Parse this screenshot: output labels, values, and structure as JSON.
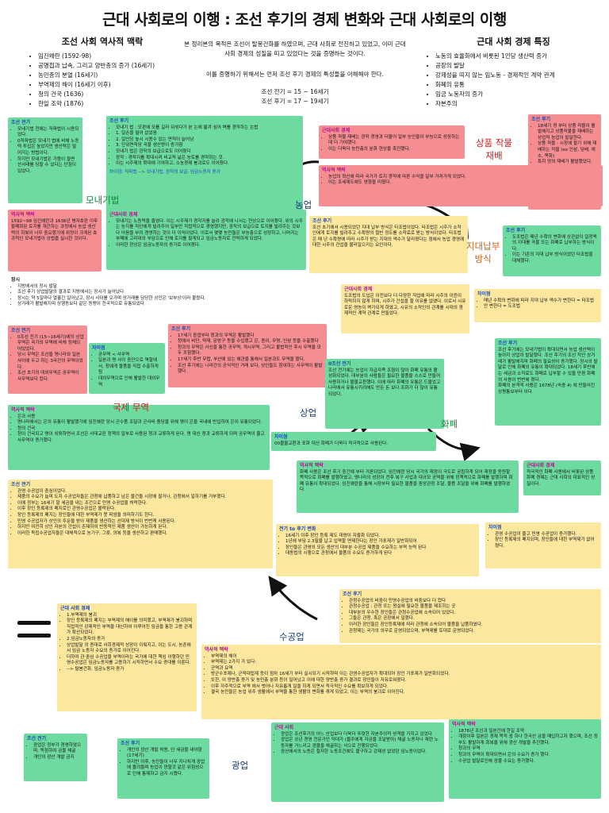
{
  "title": "근대 사회로의 이행 : 조선 후기의 경제 변화와 근대 사회로의 이행",
  "left_section": {
    "heading": "조선 사회 역사적 맥락",
    "items": [
      "임진왜란 (1592-98)",
      "공명첩과 납속, 그리고 양반층의 증가 (16세기)",
      "농민층의 분열 (16세기)",
      "부역제의 해이 (16세기 이후)",
      "청의 건국 (1636)",
      "한일 조약 (1876)"
    ]
  },
  "intro": {
    "p1": "본 정리본의 목적은 조선이 탈봉건화를 하였으며, 근대 사회로 전진하고 있었고, 이미 근대 사회 경제의 성질을 띠고 있었다는 것을 증명하는 것이다.",
    "p2": "이를 증명하기 위해서는 먼저 조선 후기 경제의 특성들을 이해해야 한다.",
    "def1": "조선 전기 = 15 ~ 16세기",
    "def2": "조선 후기 = 17 ~ 19세기"
  },
  "right_section": {
    "heading": "근대 사회 경제 특징",
    "items": [
      "노동의 효율화에서 비롯된 1인당 생산력 증가",
      "공장의 발달",
      "강제성을 띠지 않는 임노동 - 경제적인 계약 관계",
      "화폐의 유통",
      "임금 노동자의 증가",
      "자본주의"
    ]
  },
  "labels": {
    "mojae": "모내기법",
    "nongeop": "농업",
    "sangpum": "상품 작물\n재배",
    "jidae": "지대납부\n방식",
    "gukje": "국제 무역",
    "sangeop": "상업",
    "hwapye": "화폐",
    "sugong": "수공업",
    "gwang": "광업"
  },
  "boxes": {
    "b1": {
      "h": "조선 전기",
      "t": [
        "모내기법 전에는 직파법이 시용되었다.",
        "0직파법은 모내기 법에 비해 노동력 투입은 높았지만 생산력은 떨어지는 방법이다.",
        "하지만 모내기법은 가뭄이 들면 산사태를 당할 수 있다는 단점이 있었다."
      ]
    },
    "b2": {
      "h": "조선 후기",
      "t": [
        "모내기 법 : 모판에 모를 길러 뒤섞다가 본 논에 옮겨 심어 벼를 경작하는 논법",
        "1. 일손을 덜어 없었음",
        "2. 일인당 높시 시용수 있는 면적이 늘어남",
        "3. 단위면적당 곡물 생산량이 증가함",
        "모내기 법은 광작의 보급으로도 이어졌다",
        "광작 : 경작지를 확대시켜 비교적 넓은 농토를 경작하는 것.",
        "이는 시주제의 확대에 기여하고, 소농경제 붕괴로도 이어졌다."
      ],
      "foot": "차이점: 직파법 --> 모내기법, 광작의 보급, 임금노동자 증가"
    },
    "b3": {
      "h": "근대사회 경제",
      "t": [
        "상품 작물 재배는 광작 경영과 더불어 일부 농민들이 부농으로 성장하는데 더 기여했다.",
        "이는 더욱더 농민층의 분화 현상을 촉진했다."
      ]
    },
    "b4": {
      "h": "조선 후기",
      "t": [
        "18세기 경 부터 상품 작물이 활발해지고 상품작물을 재배하는 상업적 농업이 발달한다.",
        "상품 작물 : 시장에 팔기 위해 재배하는 작물 (ex 인삼, 담배, 채소, 목화)",
        "특히 땅의 재배가 활발했었다."
      ]
    },
    "b5": {
      "h": "역사적 맥락",
      "t": [
        "1592~98 임진왜란과 1636년 병자호란 이후 황폐화된 토지를 개간하는 과정에서 농업 생산력의 회복이 너무 중요했기에 위정이 크게된 효과적인 모내기법이 상법을 실시한 것이다."
      ]
    },
    "b6": {
      "h": "근대사회 경제",
      "t": [
        "모내기는 노동력을 줄였다. 이는 시주제가 경작지를 늘려 광작에 나서는 현상으로 이어졌다. 위의 시주는 농지를 직인에게 빌려주어 일부만 직접적으로 경영했지만, 광작의 보급으로 토지를 빌려주는 것보다 어음을 부려 경영하는 것이 더 이익이었다. 이로서 몇몇 농민들은 부농층으로 성장하고, 나머지는 부패에 고리대의 부담으로 인해 토지를 팔게되고 임금노동자로 전략하게 되었다.",
        "이러한 현상은 임금노동자의 증가로 이어졌다."
      ]
    },
    "b7": {
      "h": "역사적 맥락",
      "t": [
        "농업의 혁신에 따라 국가가 토지 경작에 따른 수익을 일부 가져가게 되었다.",
        "이는 조세제도에도 영향을 미쳤다."
      ]
    },
    "b8": {
      "h": "조선 후기",
      "t": [
        "조선 초기에서 시용되었던 지대 납부 방식은 타조법이었다. 타조법은 시주가 소작인에게 토지를 빌려주고 수확량의 절반 정도를 소작료로 받는 방식이었다. 타조법은 매 년 수확량에 따라 시주가 받는 지대의 액수가 달라졌다는 점에서 농업 경영에 대한 시주의 간섭을 불러일으키는 요인이다."
      ]
    },
    "b9": {
      "h": "조선 후기",
      "t": [
        "도조법은 매년 수확의 변화에 상관없이 일정액의 지대를 곡물 또는 화폐로 납부하는 방식이다.",
        "이는 기존의 지대 납부 방식이었던 타조법을 대체했다."
      ]
    },
    "b10": {
      "h": "근대사회 경제",
      "t": [
        "도조법의 도입은 이전보다 더 다양한 직업에 따라 시주의 이윤이 하락하지 않게 하며, 시주가 간섭을 할 이유를 없앴다. 이로서 시유로운 영농이 벼가되게 하였고, 시유의 소작인의 관계를 시대의 경제적인 계약 관계로 만들었다."
      ]
    },
    "b11": {
      "h": "차이점",
      "t": [
        "매년 수확의 변화에 따라 지대 납부 액수가 변한다 = 타조법",
        "안 변한다 = 도조법"
      ]
    },
    "sl": {
      "h": "장시",
      "t": [
        "지방에서의 장시 발달",
        "조선 후기 상업발달의 결과로 지방에서는 장시가 늘어났다",
        "장시는 약 5일마다 열흘간 일어났고, 장시 사이를 오가며 상거래를 담당한 상인은 '보부상'이라 불렸다.",
        "상거래가 활발해지며 상행동보다 같은 동맹이 전국적으로 유통되었다"
      ]
    },
    "b12": {
      "h": "조선 전기",
      "t": [
        "0조선 전기 (15~16세기)에의 상업 무역은 국가의 무역에 비해 정체되어있었다.",
        "당시 무역은 조선을 명나라와 일본 사이에 두고 하는 3국간의 무역이었다.",
        "조선 초기의 대외무역은 공무역이 사무역보다 컸다."
      ]
    },
    "b13": {
      "h": "차이점",
      "t": [
        "공무역 < 사무역",
        "일본과 명 사이 중단으로 역할에서, 청에게 물품을 직접 수출하게 됨",
        "대외무역으로 인해 활발한 대외무역"
      ]
    },
    "b14": {
      "h": "조선 후기",
      "t": [
        "17세기 중엽부터 청과의 무역은 활발했다",
        "청에서 비단, 약재, 문방구 등을 수입했고 은, 종이, 무명, 인삼 등을 수출했다",
        "청과의 무역은 사신을 통한 공무역, 개시무역, 그리고 불법적인 후시 무역을 모두 포함했다.",
        "17세기 후반 무렵, 부산에 있는 왜관을 통해서 일본과도 무역을 했다.",
        "조선 후기에는 나라간의 공식적인 거래 보다, 상인들도 참여하는 사무역이 활발했다."
      ]
    },
    "b15": {
      "h": "역사적 맥락",
      "t": [
        "은과 사용",
        "명나라에서는 은의 유통이 활발했기에 임진왜란 당시 군수품 조달과 군사비 충당을 위해 명이 은을 국내에 반입하여 은이 유통되었다.",
        "청의 건국",
        "청이 건국되고 명이 쇠퇴하면서 조선은 사대교린 정책의 일부로 사용된 청과 교류하게 된다. 명 대신 청과 교류하게 되며 공무역이 줄고 사무역이 증가했다."
      ]
    },
    "b16": {
      "h": "0조선 전기",
      "t": [
        "조선 전기에는 농업이 자급자족 조형이 많아 화폐 유통의 활성화되었다. 대부분의 사람들은 필요한 물품을 스스로 만들어 사용하거나 물물교환했다. 이에 따라 화폐의 유통은 드물었고 나라에서 유통시키려해도 만든 돈 보다 조화가 더 많이 유통되었다."
      ]
    },
    "b17": {
      "h": "조선 후기",
      "t": [
        "조선 후기에는 모내기법이 확대되면서 농업 생산력이 높아지 상업이 발달했다. 조선 후기의 조선 직인 상거래가 활발해지며 화폐의 필요성이 증가했다. 장시의 발달로 인해 화폐의 유통이 확대되었다. 18세기 후반에는 세금과 소작료도 화폐로 납부할 수 있을 만큼 화폐의 사용이 번번해 졌다.",
        "화폐의 본격적 사용은 1678년 (숙종 4) 에 만들어진 상평통보부터 이다."
      ]
    },
    "bdiff": {
      "h": "차이점",
      "t": [
        "00물물교환과 포화 대신 화폐가 더욱더 적극적으로 사용된다."
      ]
    },
    "b18": {
      "h": "역사적 맥락",
      "t": [
        "화폐 사용은 조선 후기 중간에 부터 거론되었다. 임진왜란 당시 국가의 재정이 극도로 궁핍하게 되어 재정을 동원할 목적으로 화폐를 발행하였고, 명나라의 성장이 전후 복구 사업과 대규모 공역을 위해 정책적으로 화폐를 발행하며 화폐 유통이 확대되었다. 임진왜란을 통해 시장부터 필요한 물품을 중앙관청 조달, 물품 조달을 위해 화폐를 발행하였다."
      ]
    },
    "b19": {
      "h": "근대사회 경제",
      "t": [
        "적극적인 화폐 사용에서 비롯된 상품 화폐 경제는 근대 사회의 대표적인 성질이다."
      ]
    },
    "b20": {
      "h": "조선 전기",
      "t": [
        "관영 수공업이 중심이었다.",
        "제품의 수요가 늘며 도자 수공업자들은 관청에 납품하고 남은 물건을 시장에 팔거나, 관청에서 일하기를 거부했다.",
        "이에 정부는 16세기 말 세금을 내는 조건으로 민영 수공업을 허락한다.",
        "이후 장인 등록제의 폐지로인 관영수공업은 몰락된다.",
        "장인 등록제의 폐지는 장인들에 대한 부역제가 못 피엄을 의미하기도 한다.",
        "민영 수공업자가 상인의 주문을 받아 제품을 생산하는 선대제 방식이 번번케 사용된다.",
        "하지만 여전히 상인 자본의 간섭이 존재하여 반동적인 제품 생산이 가능하게 된다.",
        "이러한 독립수공업자들은 대체적으로 농기구, 그릇, 의복 등을 생산하고 판매했다."
      ]
    },
    "b21": {
      "h": "전기 to 후기 변화",
      "t": [
        "16세기 이후 장인 등록 제도 대량이 자율화 되었다.",
        "1년에 부담 2.3필을 납고 입역할 면제한다는 장인 가포제가 일반화되어",
        "장인들은 관영의 모든 생산의 대부분 수공업 제품을 수요하는 부역 능력 된다",
        "대동법의 시행으로 관청에서 물품의 수요도 증가하게 된다"
      ]
    },
    "b22": {
      "h": "차이점",
      "t": [
        "관영 수공업이 줄고 민영 수공업이 증가했다.",
        "장인 등록제의 폐지되며, 장인들에 대한 부역제가 없어졌다."
      ]
    },
    "b23": {
      "h": "근대 사회 경제",
      "t": [
        "1.부역제의 붕괴",
        "장인 등록제의 폐지는 부역제의 해이를 의미했고, 부역제가 붕괴하며 직접적인 강제적인 부역을 대신하여 이루어진 임금을 통한 고용 관계가 확산되었다.",
        "2.임금노동자의 증가",
        "상업발달 의 증대로 사회경제적 성장이 이뤄지고, 이는 도시, 농촌에서 임금 노동자 수요의 증가로 이어진다.",
        "더하여 관 중심 수공업을 부역이라는 국가에 대한 책임 이행하던 민영수공업은 임금노동자를 고용하기 시작하면서 수요 증대를 이룬다.",
        "--> 탈봉건화, 임금노동자 증가"
      ]
    },
    "b24": {
      "h": "조선 후기",
      "t": [
        "관청수공업의 비중이 민영수공업의 비중보다 더 컸다",
        "관청수공업 : 관청 또는 왕실에 필요한 물품을 제조하는 곳",
        "대부분의 우수한 장인들은 관청수공업에 소속되어 있었다.",
        "그들은 관청, 혹은 공장에서 일했다.",
        "이러한 장인들은 장인등록제에 따라 관청에 소속되어 물품을 납품하였다.",
        "관청제는 국가의 의무로 운영되었으며, 부역제를 토대로 운영되었다."
      ]
    },
    "b25": {
      "h": "역사적 맥락",
      "t": [
        "부역제의 해이",
        "부역제는 2가지 가 있다:",
        "군역과 요역",
        "방군수포제나, 군적대립제 등이 점차 16세기 부터 실시되기 시작하며 이는 관영수공업자가 확대되어 장인 가포제가 일반화되었다.",
        "또한, 이 양반층 증가 및 농민층 분화 등이 일어났고 이에 대한 양반층 증가 결과로 장인들이 자유로워졌다.",
        "이후 자주적으로 부역 에서 벗어나 자유롭게 일을 하게 되면서 적극적인 수요를 확보하게 되었다.",
        "결국 농민들은 농업 위주 생활에서 부역을 통한 생활의 변화를 겪게 되었고, 이는 부역의 붕괴로 이어진다."
      ]
    },
    "b26": {
      "h": "조선 전기",
      "t": [
        "광업은 정부가 경영하였으며, 독점하여 금물 채굴",
        "개인의 광산 개발 금지"
      ]
    },
    "b27": {
      "h": "조선 후기",
      "t": [
        "개인의 광산 개발 허용, 단 세금을 내야함 (17세기)",
        "하지만 이후, 농민들이 너무 지나치게 광업에 몰려들며 농업이 망할것 같은 위험성으로 인해 통제하고 금지 시켰다."
      ]
    },
    "b28": {
      "h": "근대 사회",
      "t": [
        "광업은 조선후기의 어느 산업보다 더욱더 뚜렷한 자본주의적 성격을 가지고 있었다",
        "광업은 공년 경영 전문가인 덕대가 (물주에게 자금을 조달받아) 채굴 노동자나 제련 노동자를 거느리고 광물을 채굴하는 식으로 진행되었다.",
        "광산에서의 노동은 철저한 노동조건에도 불구하고 강제성 없었던 임노동이었다."
      ]
    },
    "b29": {
      "h": "역사적 맥락",
      "t": [
        "1876년 조선과 일본간에 한일 조약",
        "개항이후 일본은 경제 목적 중 하나 한국산 금을 매입하고자 했으며, 조선 정부도 활발하게 회복을 위해 광산 개발을 추진했다.",
        "청과의 무역",
        "청과의 무역이 확대되면서 은의 수요가 증가 했다.",
        "수공업 발달로인해 광물 수요는 증가했다."
      ]
    }
  }
}
